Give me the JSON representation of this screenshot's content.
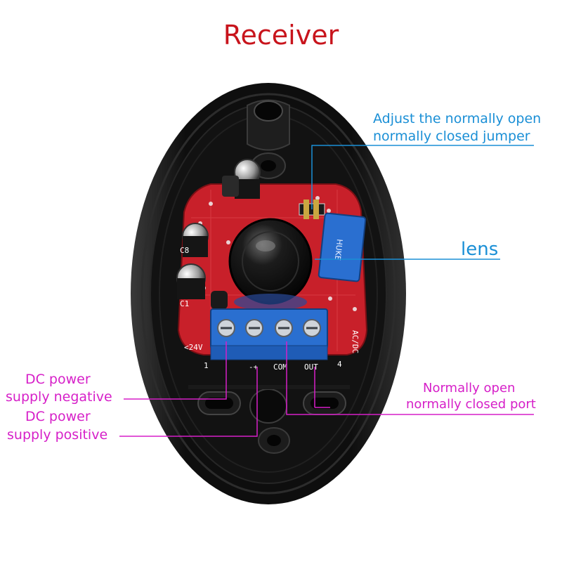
{
  "title": "Receiver",
  "labels": {
    "jumper_line1": "Adjust the normally open",
    "jumper_line2": "normally closed jumper",
    "lens": "lens",
    "port_line1": "Normally open",
    "port_line2": "normally closed port",
    "neg_line1": "DC power",
    "neg_line2": "supply negative",
    "pos_line1": "DC power",
    "pos_line2": "supply positive"
  },
  "board_markings": {
    "terminal_left": "<24V",
    "terminal_right": "AC/DC",
    "pin_1": "1",
    "pin_2": "-+",
    "pin_com": "COM",
    "pin_out": "OUT",
    "pin_4": "4",
    "relay_brand": "HUKE",
    "cap_c8": "C8",
    "cap_c1": "C1"
  },
  "colors": {
    "title": "#c8141c",
    "annotation_blue": "#1a8fd6",
    "annotation_magenta": "#d61fc8",
    "pcb": "#c8202a",
    "terminal": "#2a6fd0",
    "housing": "#0c0c0c"
  }
}
